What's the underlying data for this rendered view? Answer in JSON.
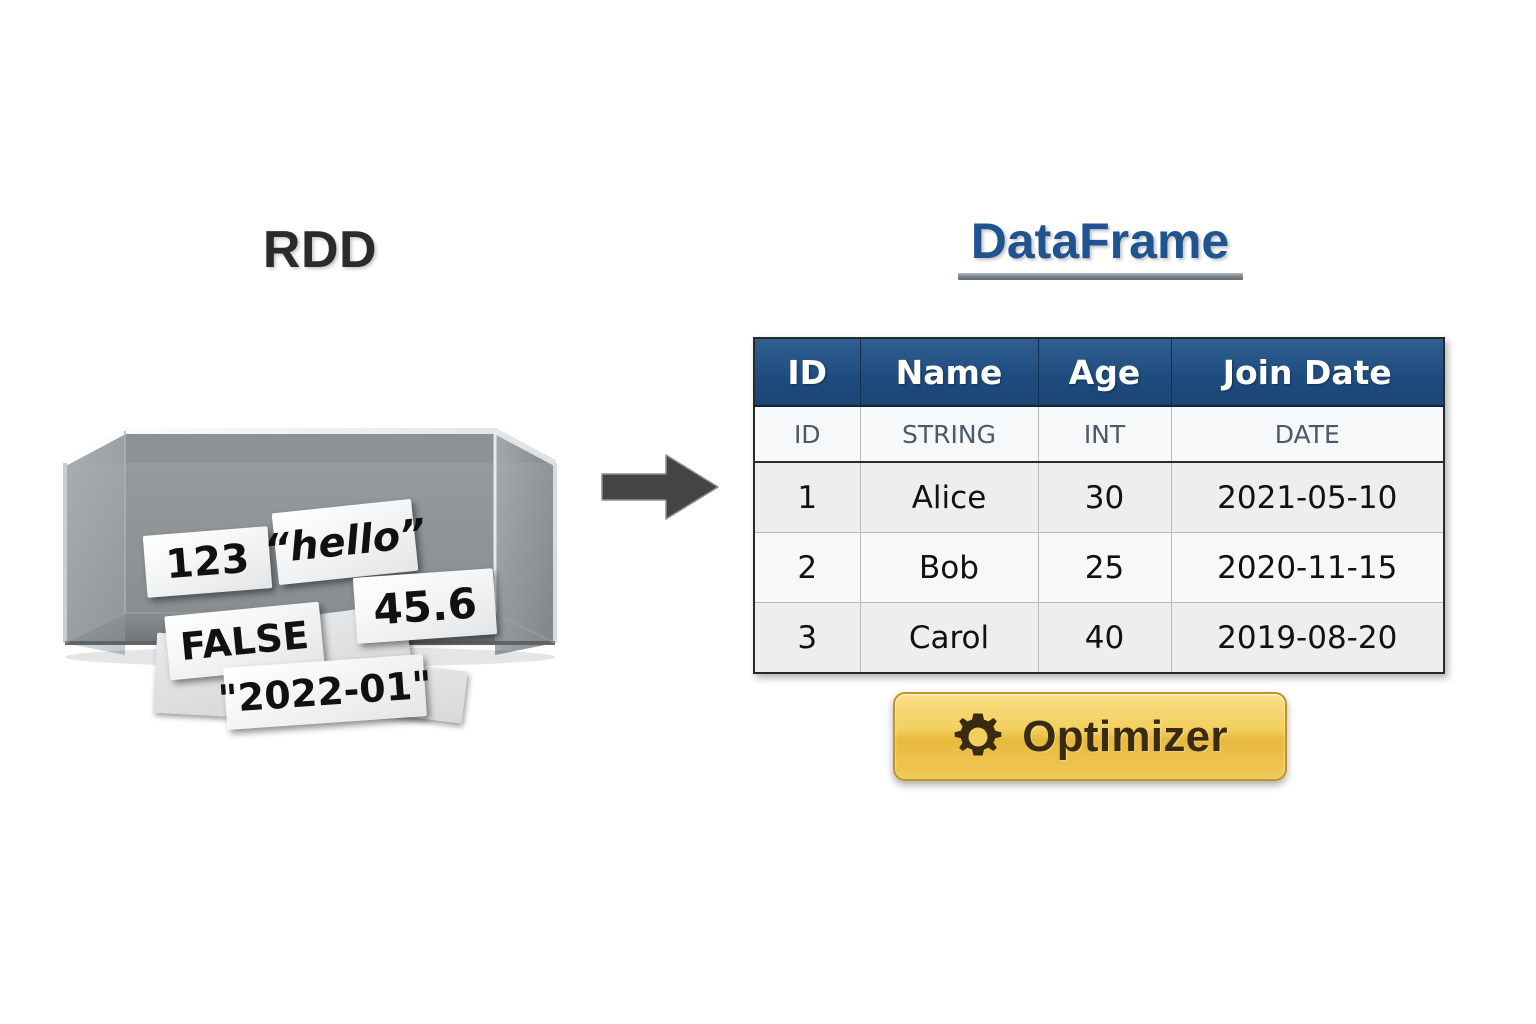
{
  "diagram": {
    "title_left": "RDD",
    "title_right": "DataFrame",
    "flow_arrow_icon": "right-arrow-icon"
  },
  "rdd": {
    "label": "RDD",
    "container_icon": "open-box-icon",
    "slips": [
      {
        "text": "123",
        "type": "integer"
      },
      {
        "text": "“hello”",
        "type": "string"
      },
      {
        "text": "45.6",
        "type": "float"
      },
      {
        "text": "FALSE",
        "type": "boolean"
      },
      {
        "text": "\"2022-01\"",
        "type": "date-string"
      }
    ]
  },
  "dataframe": {
    "label": "DataFrame",
    "columns": [
      "ID",
      "Name",
      "Age",
      "Join Date"
    ],
    "types": [
      "ID",
      "STRING",
      "INT",
      "DATE"
    ],
    "rows": [
      {
        "id": "1",
        "name": "Alice",
        "age": "30",
        "join_date": "2021-05-10"
      },
      {
        "id": "2",
        "name": "Bob",
        "age": "25",
        "join_date": "2020-11-15"
      },
      {
        "id": "3",
        "name": "Carol",
        "age": "40",
        "join_date": "2019-08-20"
      }
    ]
  },
  "optimizer": {
    "label": "Optimizer",
    "icon": "gear-icon"
  },
  "colors": {
    "header_blue": "#1f4d80",
    "title_blue": "#1f5490",
    "optimizer_gold": "#f3cf5d",
    "optimizer_border": "#c09526",
    "arrow_gray": "#444444",
    "box_gray": "#8f9396",
    "row_alt": "#eceeef",
    "row_base": "#f7f8f9",
    "type_text": "#4a5a6a"
  }
}
